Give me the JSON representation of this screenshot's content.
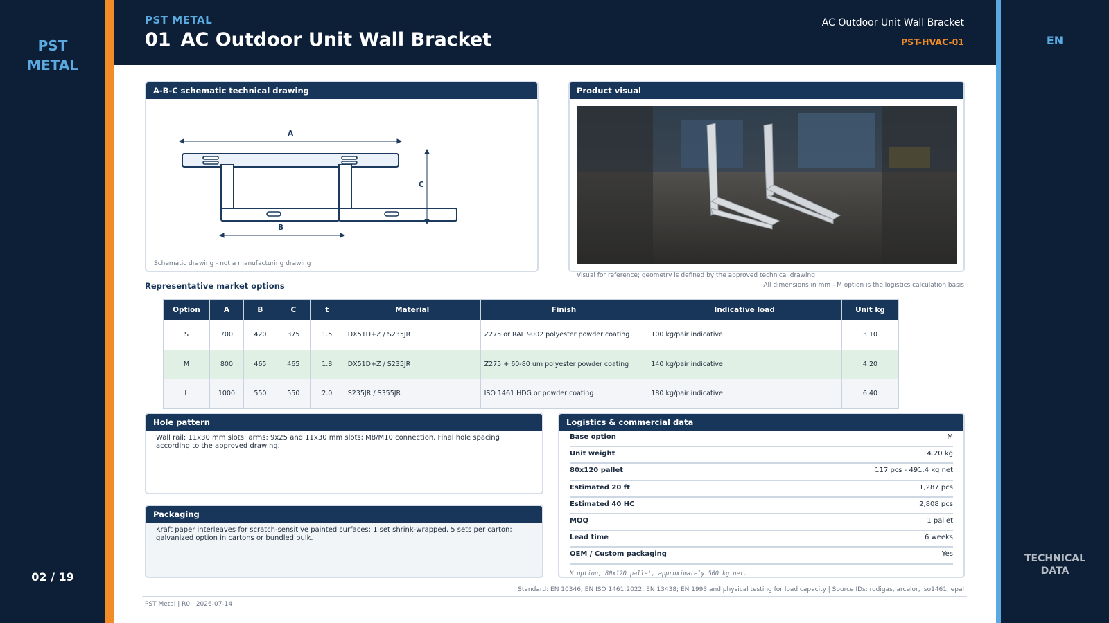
{
  "brand": {
    "logo_line1": "PST",
    "logo_line2": "METAL",
    "name": "PST METAL"
  },
  "header": {
    "number": "01",
    "title": "AC Outdoor Unit Wall Bracket",
    "product": "AC Outdoor Unit Wall Bracket",
    "code": "PST-HVAC-01"
  },
  "nav": {
    "page": "02 / 19",
    "language": "EN",
    "side_label_line1": "TECHNICAL",
    "side_label_line2": "DATA"
  },
  "drawing": {
    "title": "A-B-C schematic technical drawing",
    "label_a": "A",
    "label_b": "B",
    "label_c": "C",
    "note": "Schematic drawing - not a manufacturing drawing"
  },
  "visual": {
    "title": "Product visual",
    "caption": "Visual for reference; geometry is defined by the approved technical drawing"
  },
  "dims_note": "All dimensions in mm - M option is the logistics calculation basis",
  "options": {
    "title": "Representative market options",
    "headers": [
      "Option",
      "A",
      "B",
      "C",
      "t",
      "Material",
      "Finish",
      "Indicative load",
      "Unit kg"
    ],
    "rows": [
      [
        "S",
        "700",
        "420",
        "375",
        "1.5",
        "DX51D+Z / S235JR",
        "Z275 or RAL 9002 polyester powder coating",
        "100 kg/pair indicative",
        "3.10"
      ],
      [
        "M",
        "800",
        "465",
        "465",
        "1.8",
        "DX51D+Z / S235JR",
        "Z275 + 60-80 um polyester powder coating",
        "140 kg/pair indicative",
        "4.20"
      ],
      [
        "L",
        "1000",
        "550",
        "550",
        "2.0",
        "S235JR / S355JR",
        "ISO 1461 HDG or powder coating",
        "180 kg/pair indicative",
        "6.40"
      ]
    ]
  },
  "hole_pattern": {
    "title": "Hole pattern",
    "text": "Wall rail: 11x30 mm slots; arms: 9x25 and 11x30 mm slots; M8/M10 connection. Final hole spacing according to the approved drawing."
  },
  "packaging": {
    "title": "Packaging",
    "text": "Kraft paper interleaves for scratch-sensitive painted surfaces; 1 set shrink-wrapped, 5 sets per carton; galvanized option in cartons or bundled bulk."
  },
  "logistics": {
    "title": "Logistics & commercial data",
    "rows": [
      {
        "label": "Base option",
        "value": "M"
      },
      {
        "label": "Unit weight",
        "value": "4.20 kg"
      },
      {
        "label": "80x120 pallet",
        "value": "117 pcs - 491.4 kg net"
      },
      {
        "label": "Estimated 20 ft",
        "value": "1,287 pcs"
      },
      {
        "label": "Estimated 40 HC",
        "value": "2,808 pcs"
      },
      {
        "label": "MOQ",
        "value": "1 pallet"
      },
      {
        "label": "Lead time",
        "value": "6 weeks"
      },
      {
        "label": "OEM / Custom packaging",
        "value": "Yes"
      }
    ],
    "note": "M option; 80x120 pallet, approximately 500 kg net."
  },
  "footer": {
    "standards": "Standard: EN 10346; EN ISO 1461:2022; EN 13438; EN 1993 and physical testing for load capacity | Source IDs: rodigas, arcelor, iso1461, epal",
    "meta": "PST Metal | R0 | 2026-07-14"
  },
  "colors": {
    "navy": "#0d1f36",
    "panel_header": "#18365a",
    "accent_orange": "#f28c28",
    "accent_blue": "#5aa9e0",
    "highlight_row": "#e1f0e4"
  }
}
